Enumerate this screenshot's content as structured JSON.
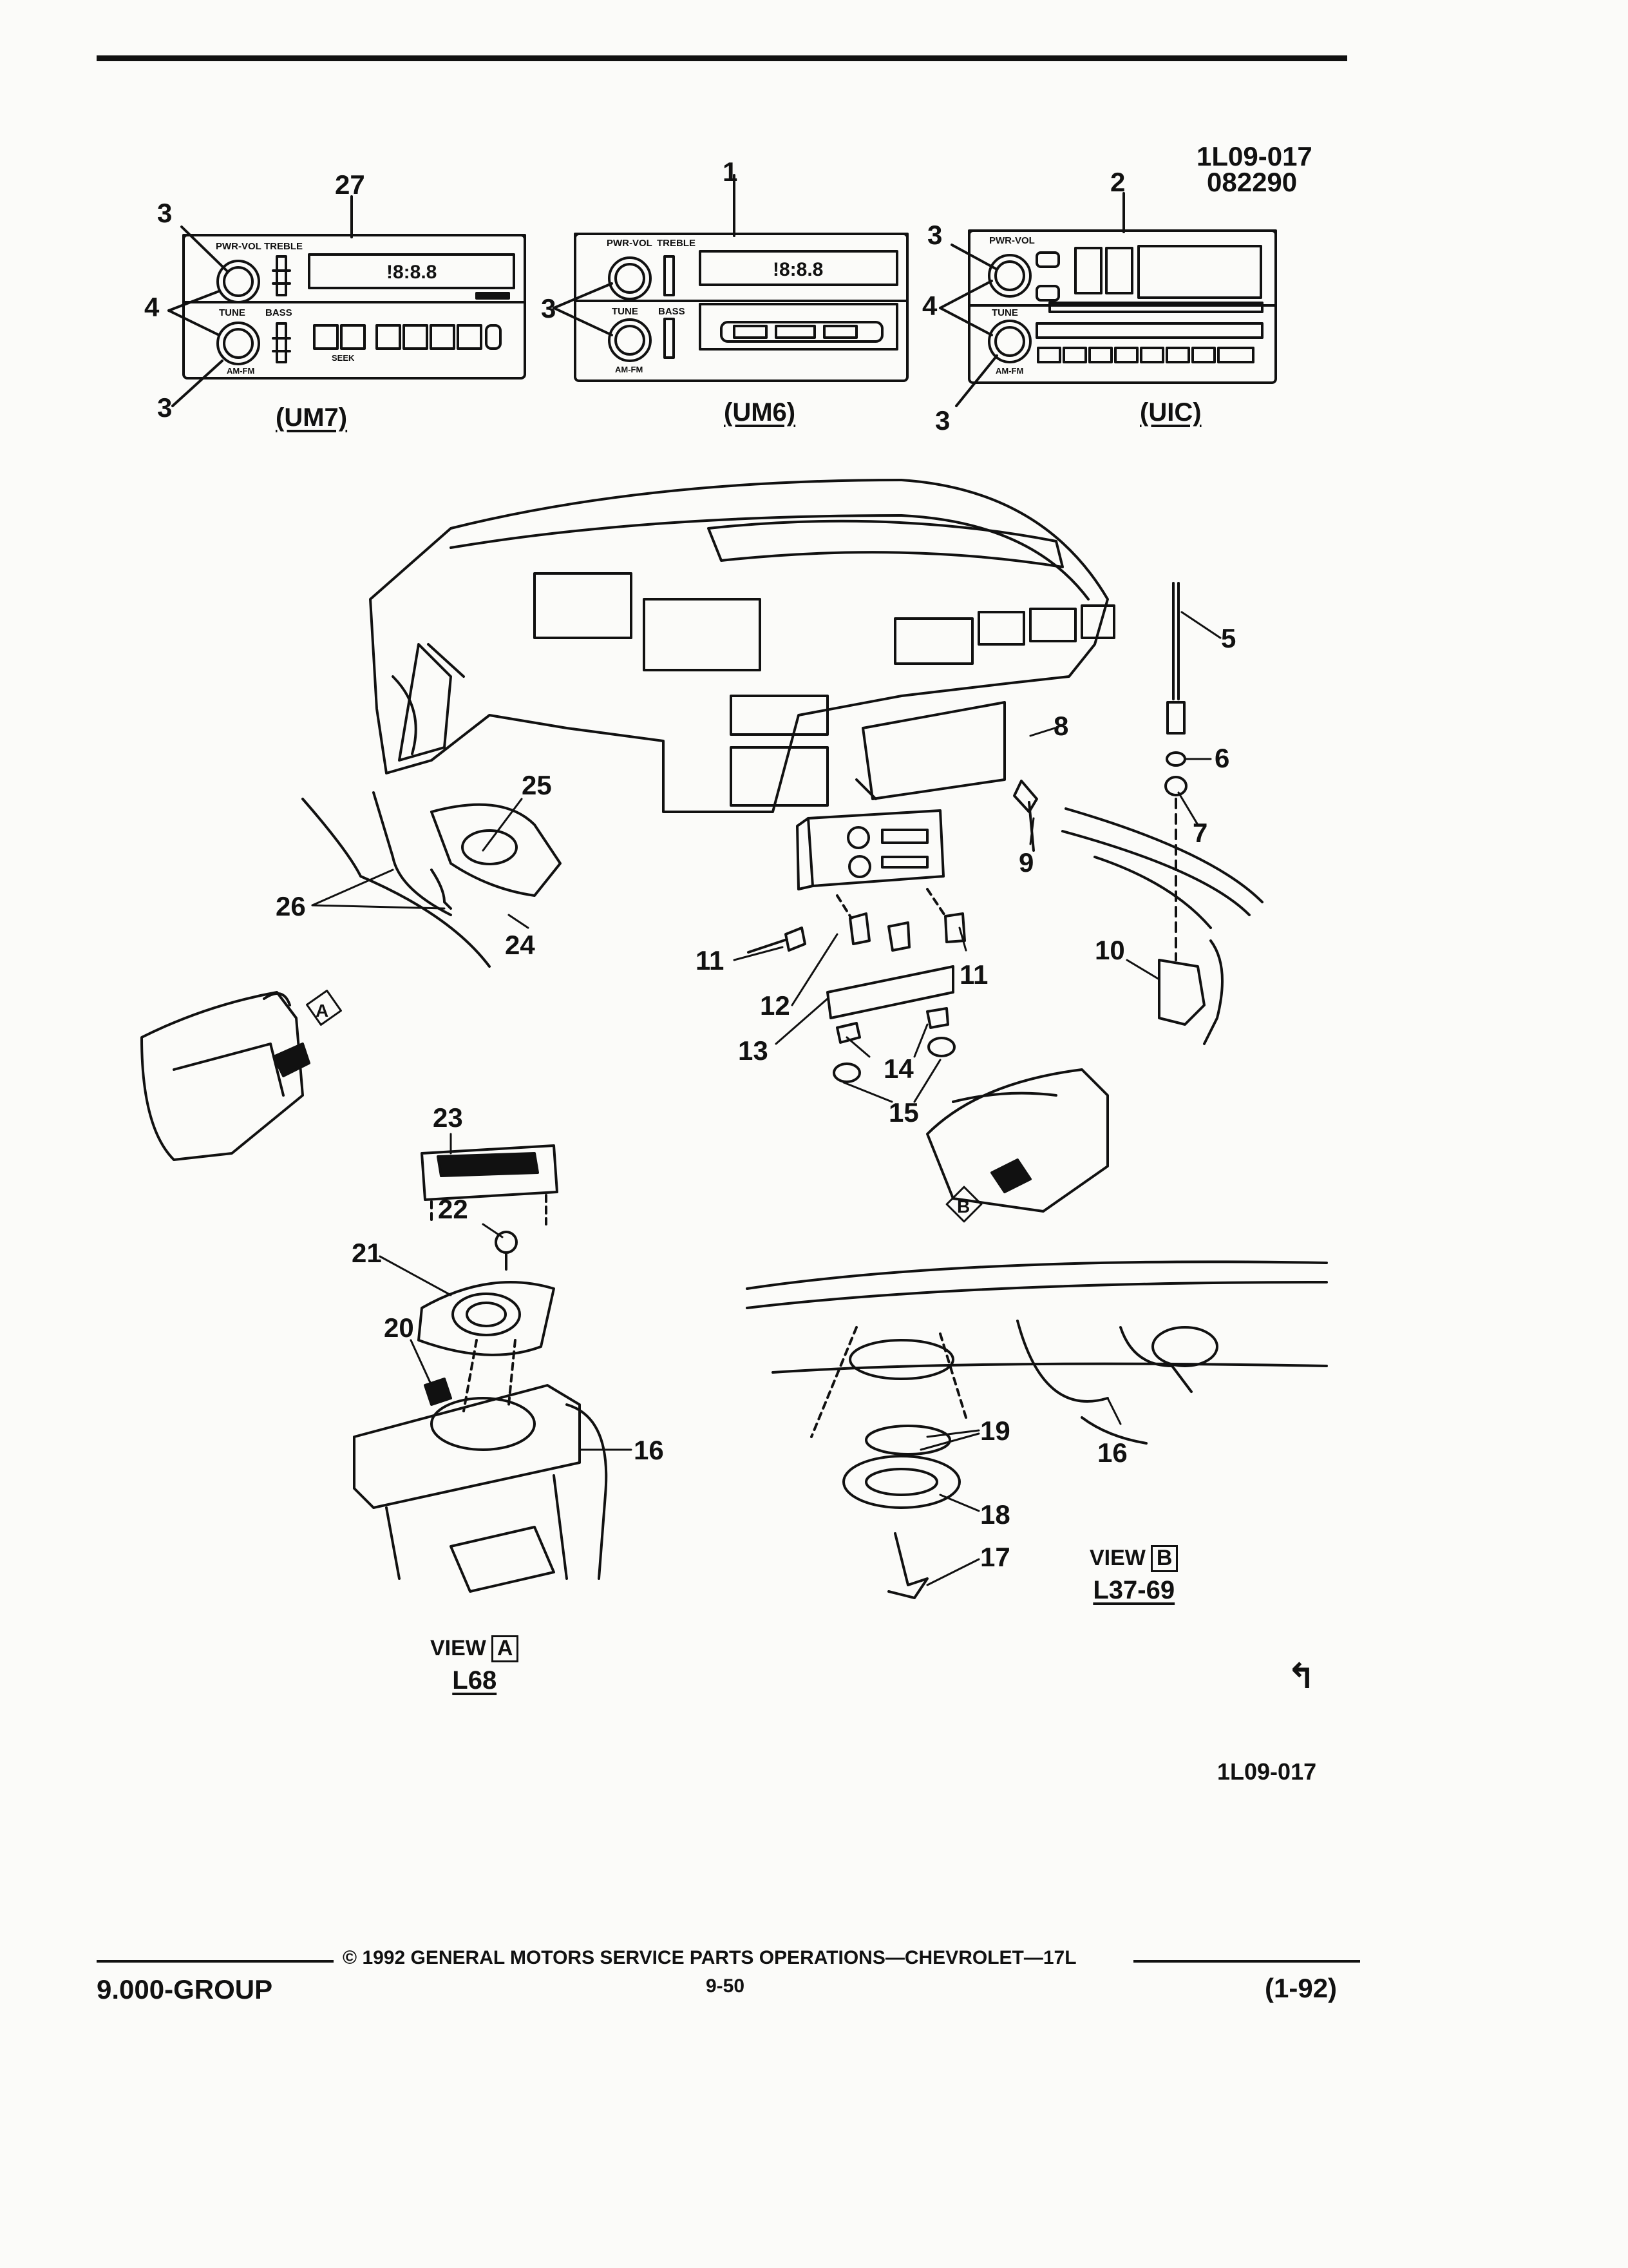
{
  "header": {
    "figure_id": "1L09-017",
    "figure_date": "082290"
  },
  "radios": {
    "um7": {
      "label": "(UM7)",
      "callouts": [
        "27",
        "3",
        "4",
        "3"
      ],
      "knob_top": "PWR-VOL",
      "knob_bottom": "TUNE",
      "slider_top": "TREBLE",
      "slider_bottom": "BASS",
      "display": "!8:8.8",
      "band": "AM-FM",
      "seek": "SEEK"
    },
    "um6": {
      "label": "(UM6)",
      "callouts": [
        "1",
        "3"
      ],
      "knob_top": "PWR-VOL",
      "knob_bottom": "TUNE",
      "slider_top": "TREBLE",
      "slider_bottom": "BASS",
      "display": "!8:8.8",
      "band": "AM-FM"
    },
    "uic": {
      "label": "(UIC)",
      "callouts": [
        "2",
        "3",
        "4",
        "3"
      ],
      "knob_top": "PWR-VOL",
      "knob_bottom": "TUNE",
      "band": "AM-FM"
    }
  },
  "callouts": {
    "c5": "5",
    "c6": "6",
    "c7": "7",
    "c8": "8",
    "c9": "9",
    "c10": "10",
    "c11a": "11",
    "c11b": "11",
    "c12": "12",
    "c13": "13",
    "c14": "14",
    "c15": "15",
    "c16a": "16",
    "c16b": "16",
    "c17": "17",
    "c18": "18",
    "c19": "19",
    "c20": "20",
    "c21": "21",
    "c22": "22",
    "c23": "23",
    "c24": "24",
    "c25": "25",
    "c26": "26"
  },
  "view_refs": {
    "a": "A",
    "b": "B"
  },
  "view_a": {
    "word": "VIEW",
    "letter": "A",
    "code": "L68"
  },
  "view_b": {
    "word": "VIEW",
    "letter": "B",
    "code": "L37-69"
  },
  "figure_id_bottom": "1L09-017",
  "footer": {
    "copyright": "© 1992 GENERAL MOTORS SERVICE PARTS OPERATIONS—CHEVROLET—17L",
    "group": "9.000-GROUP",
    "page": "9-50",
    "revision": "(1-92)"
  }
}
